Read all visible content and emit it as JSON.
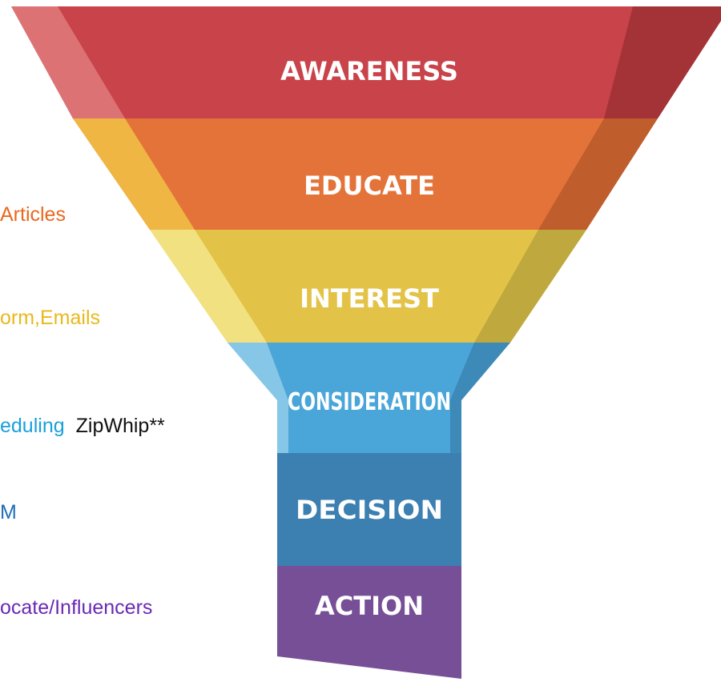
{
  "funnel": {
    "stages": [
      {
        "label": "AWARENESS",
        "color": "#c9434a"
      },
      {
        "label": "EDUCATE",
        "color": "#e4733a"
      },
      {
        "label": "INTEREST",
        "color": "#e3c347"
      },
      {
        "label": "CONSIDERATION",
        "color": "#4aa5d9"
      },
      {
        "label": "DECISION",
        "color": "#3c7fb1"
      },
      {
        "label": "ACTION",
        "color": "#764f97"
      }
    ]
  },
  "side_text": {
    "educate": "Articles",
    "interest": "orm,Emails",
    "consideration": "eduling",
    "consideration_extra": "ZipWhip**",
    "decision": "M",
    "action": "ocate/Influencers"
  },
  "colors": {
    "educate_text": "#e9691f",
    "interest_text": "#e8b91c",
    "consideration_text": "#1aa0dc",
    "decision_text": "#1f6fb5",
    "action_text": "#6a2ab3"
  }
}
